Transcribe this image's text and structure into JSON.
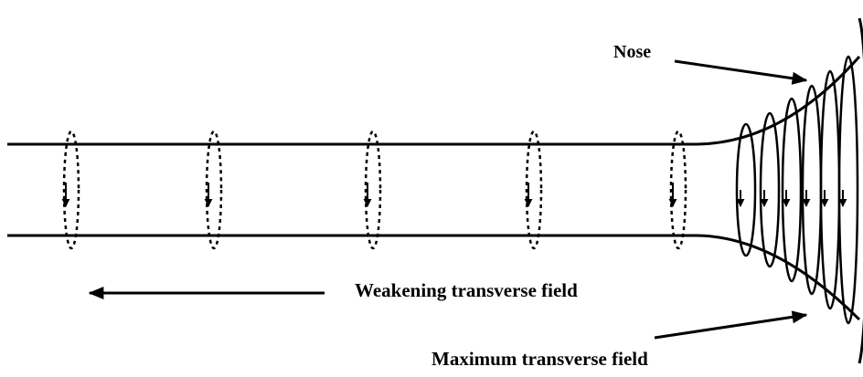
{
  "labels": {
    "nose": "Nose",
    "weakening": "Weakening transverse field",
    "maximum": "Maximum transverse field"
  },
  "colors": {
    "line": "#000000",
    "background": "#ffffff"
  },
  "field_loops": {
    "uniform_count": 5,
    "nose_count": 6
  }
}
